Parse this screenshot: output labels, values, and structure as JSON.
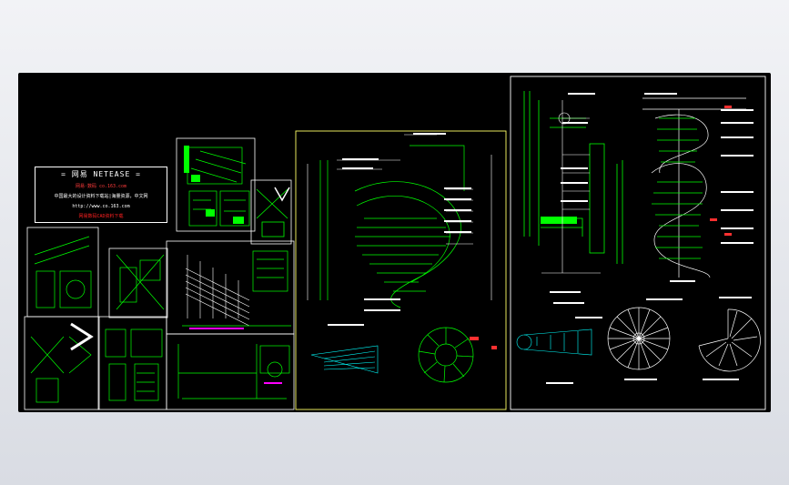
{
  "banner": {
    "title": "= 网易 NETEASE =",
    "line1": "网易·数码  co.163.com",
    "line2": "中国最大的设计资料下载站|海量资源，中文网",
    "line3": "http://www.co.163.com",
    "line4": "网易数码CAD资料下载"
  },
  "colors": {
    "background": "#000000",
    "frame": "#ffffff",
    "sheet_border": "#ffff00",
    "drawing": "#00ff00",
    "annotation": "#ffffff",
    "dimension": "#00ffff",
    "highlight": "#ff00ff"
  }
}
